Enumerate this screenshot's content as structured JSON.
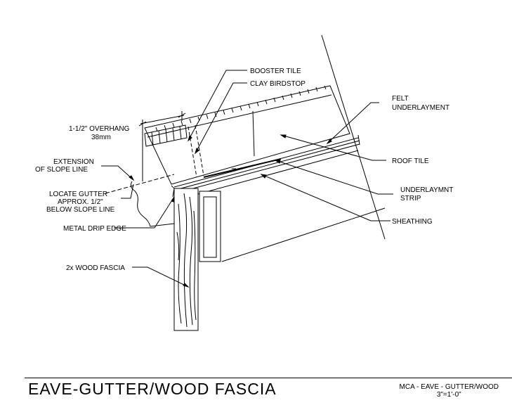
{
  "labels": {
    "booster_tile": "BOOSTER TILE",
    "clay_birdstop": "CLAY BIRDSTOP",
    "felt_line1": "FELT",
    "felt_line2": "UNDERLAYMENT",
    "overhang_line1": "1-1/2\" OVERHANG",
    "overhang_line2": "38mm",
    "extension_line1": "EXTENSION",
    "extension_line2": "OF SLOPE LINE",
    "roof_tile": "ROOF TILE",
    "locate_line1": "LOCATE GUTTER",
    "locate_line2": "APPROX. 1/2\"",
    "locate_line3": "BELOW SLOPE LINE",
    "underlay_line1": "UNDERLAYMNT",
    "underlay_line2": "STRIP",
    "metal_drip_edge": "METAL DRIP EDGE",
    "sheathing": "SHEATHING",
    "wood_fascia": "2x WOOD FASCIA"
  },
  "title": "EAVE-GUTTER/WOOD FASCIA",
  "reference": {
    "line1": "MCA - EAVE - GUTTER/WOOD",
    "line2": "3\"=1'-0\""
  }
}
